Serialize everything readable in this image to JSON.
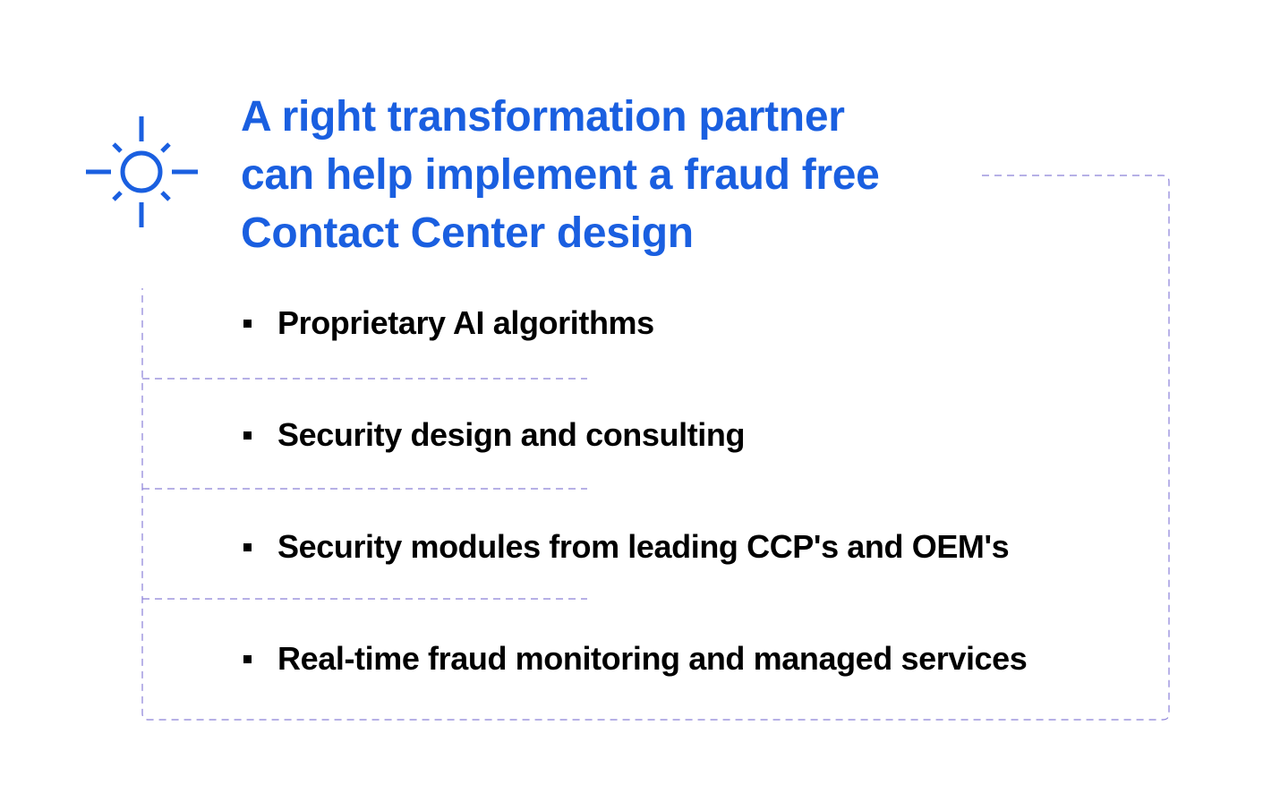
{
  "icon": "sun-icon",
  "colors": {
    "accent": "#1a5fe0",
    "text": "#000000",
    "dashed_frame": "#8a80d8",
    "background": "#ffffff"
  },
  "title": {
    "lines": [
      "A right transformation partner",
      "can help implement a fraud free",
      "Contact Center design"
    ]
  },
  "list": {
    "items": [
      {
        "label": "Proprietary AI algorithms"
      },
      {
        "label": "Security design and consulting"
      },
      {
        "label": "Security modules from leading CCP's and OEM's"
      },
      {
        "label": "Real-time fraud monitoring and managed services"
      }
    ]
  }
}
